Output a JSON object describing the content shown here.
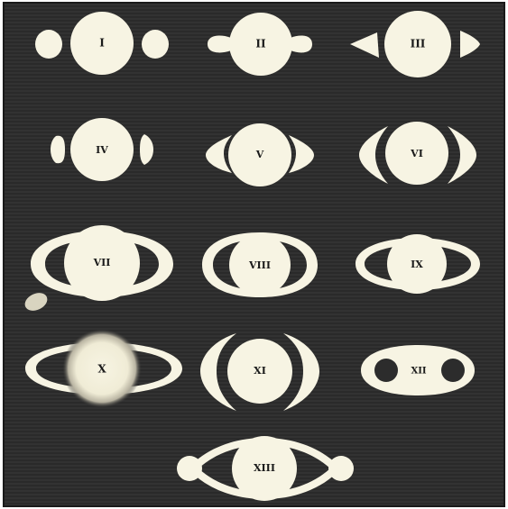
{
  "plate": {
    "colors": {
      "paper": "#ffffff",
      "ink": "#2a2a2a",
      "light": "#f7f4e3",
      "numeral": "#1a1a1a"
    },
    "figures": [
      {
        "numeral": "I"
      },
      {
        "numeral": "II"
      },
      {
        "numeral": "III"
      },
      {
        "numeral": "IV"
      },
      {
        "numeral": "V"
      },
      {
        "numeral": "VI"
      },
      {
        "numeral": "VII"
      },
      {
        "numeral": "VIII"
      },
      {
        "numeral": "IX"
      },
      {
        "numeral": "X"
      },
      {
        "numeral": "XI"
      },
      {
        "numeral": "XII"
      },
      {
        "numeral": "XIII"
      }
    ]
  }
}
